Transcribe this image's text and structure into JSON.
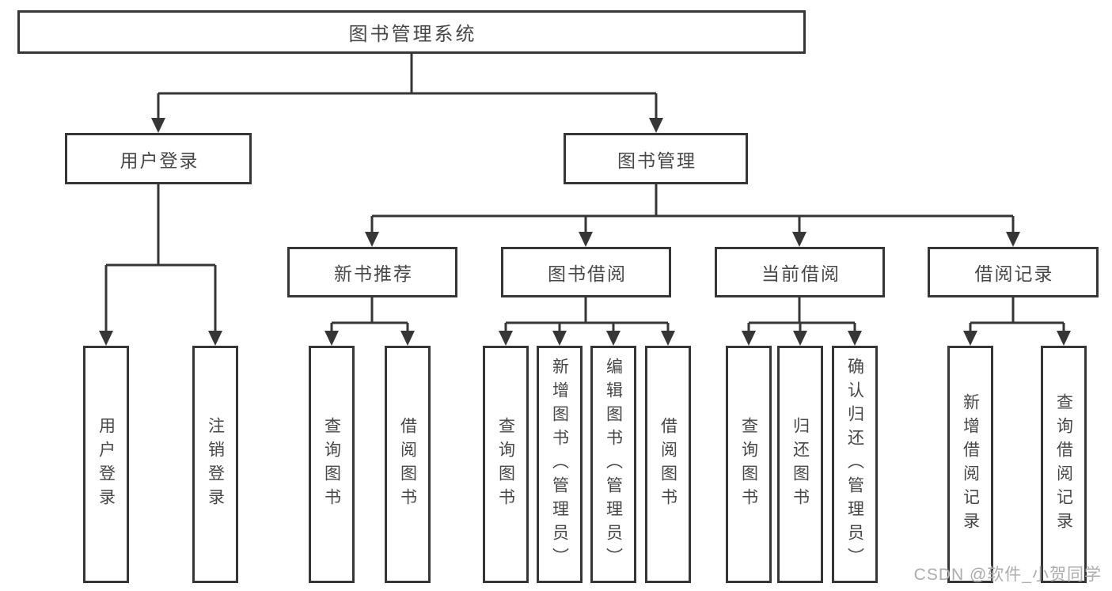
{
  "tree": {
    "root": {
      "label": "图书管理系统"
    },
    "branches": [
      {
        "label": "用户登录",
        "leaves": [
          {
            "label": "用户登录"
          },
          {
            "label": "注销登录"
          }
        ]
      },
      {
        "label": "图书管理",
        "groups": [
          {
            "label": "新书推荐",
            "leaves": [
              {
                "label": "查询图书"
              },
              {
                "label": "借阅图书"
              }
            ]
          },
          {
            "label": "图书借阅",
            "leaves": [
              {
                "label": "查询图书"
              },
              {
                "label": "新增图书（管理员）"
              },
              {
                "label": "编辑图书（管理员）"
              },
              {
                "label": "借阅图书"
              }
            ]
          },
          {
            "label": "当前借阅",
            "leaves": [
              {
                "label": "查询图书"
              },
              {
                "label": "归还图书"
              },
              {
                "label": "确认归还（管理员）"
              }
            ]
          },
          {
            "label": "借阅记录",
            "leaves": [
              {
                "label": "新增借阅记录"
              },
              {
                "label": "查询借阅记录"
              }
            ]
          }
        ]
      }
    ]
  },
  "watermark": {
    "text": "CSDN @软件_小贺同学"
  },
  "colors": {
    "line": "#363636",
    "box_border": "#363636",
    "text": "#474747",
    "watermark": "#acacac",
    "background": "#ffffff"
  }
}
